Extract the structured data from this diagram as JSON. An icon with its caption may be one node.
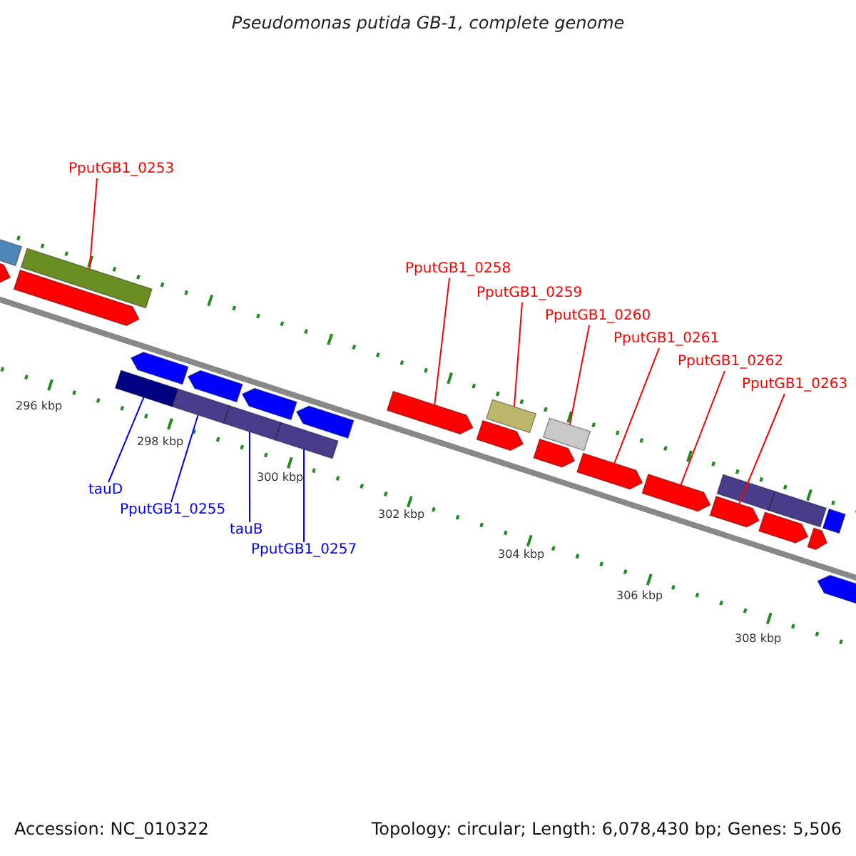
{
  "diagram": {
    "title": "Pseudomonas putida GB-1, complete genome",
    "nodes": [
      {
        "text": [
          "PputGB1_0253"
        ]
      },
      {
        "text": [
          "tauD"
        ]
      },
      {
        "text": [
          "PputGB1_0255"
        ]
      },
      {
        "text": [
          "tauB"
        ]
      },
      {
        "text": [
          "PputGB1_0257"
        ]
      },
      {
        "text": [
          "PputGB1_0258"
        ]
      },
      {
        "text": [
          "PputGB1_0259"
        ]
      },
      {
        "text": [
          "PputGB1_0260"
        ]
      },
      {
        "text": [
          "PputGB1_0261"
        ]
      },
      {
        "text": [
          "PputGB1_0262"
        ]
      },
      {
        "text": [
          "PputGB1_0263"
        ]
      },
      {
        "text": [],
        "shape": "bar"
      },
      {
        "text": [],
        "shape": "pentagon"
      },
      {
        "text": [],
        "shape": "bar"
      },
      {
        "text": [],
        "shape": "pentagon"
      },
      {
        "text": [],
        "shape": "pentagon"
      },
      {
        "text": [],
        "shape": "bar"
      },
      {
        "text": [],
        "shape": "pentagon"
      },
      {
        "text": [],
        "shape": "bar"
      },
      {
        "text": [],
        "shape": "pentagon"
      },
      {
        "text": [],
        "shape": "bar"
      },
      {
        "text": [],
        "shape": "pentagon"
      },
      {
        "text": [],
        "shape": "bar"
      },
      {
        "text": [],
        "shape": "pentagon"
      },
      {
        "text": [],
        "shape": "pentagon"
      },
      {
        "text": [],
        "shape": "bar"
      },
      {
        "text": [],
        "shape": "pentagon"
      },
      {
        "text": [],
        "shape": "bar"
      },
      {
        "text": [],
        "shape": "pentagon"
      },
      {
        "text": [],
        "shape": "pentagon"
      },
      {
        "text": [],
        "shape": "bar"
      },
      {
        "text": [],
        "shape": "bar"
      },
      {
        "text": [],
        "shape": "pentagon"
      },
      {
        "text": [],
        "shape": "pentagon"
      },
      {
        "text": [],
        "shape": "bar"
      },
      {
        "text": [],
        "shape": "pentagon"
      },
      {
        "text": [],
        "shape": "pentagon"
      }
    ],
    "edges": [
      {
        "from": 0,
        "to": 13,
        "arrow": "none",
        "color": "#ff0000"
      },
      {
        "from": 1,
        "to": 16,
        "arrow": "none",
        "color": "#0000ff"
      },
      {
        "from": 2,
        "to": 18,
        "arrow": "none",
        "color": "#0000ff"
      },
      {
        "from": 3,
        "to": 20,
        "arrow": "none",
        "color": "#0000ff"
      },
      {
        "from": 4,
        "to": 22,
        "arrow": "none",
        "color": "#0000ff"
      },
      {
        "from": 5,
        "to": 23,
        "arrow": "none",
        "color": "#ff0000"
      },
      {
        "from": 6,
        "to": 25,
        "arrow": "none",
        "color": "#ff0000"
      },
      {
        "from": 7,
        "to": 27,
        "arrow": "none",
        "color": "#ff0000"
      },
      {
        "from": 8,
        "to": 28,
        "arrow": "none",
        "color": "#ff0000"
      },
      {
        "from": 9,
        "to": 29,
        "arrow": "none",
        "color": "#ff0000"
      },
      {
        "from": 10,
        "to": 32,
        "arrow": "none",
        "color": "#ff0000"
      }
    ],
    "labels": [
      "296 kbp",
      "298 kbp",
      "300 kbp",
      "302 kbp",
      "304 kbp",
      "306 kbp",
      "308 kbp",
      "Accession: NC_010322",
      "Topology: circular; Length: 6,078,430 bp; Genes: 5,506"
    ]
  }
}
